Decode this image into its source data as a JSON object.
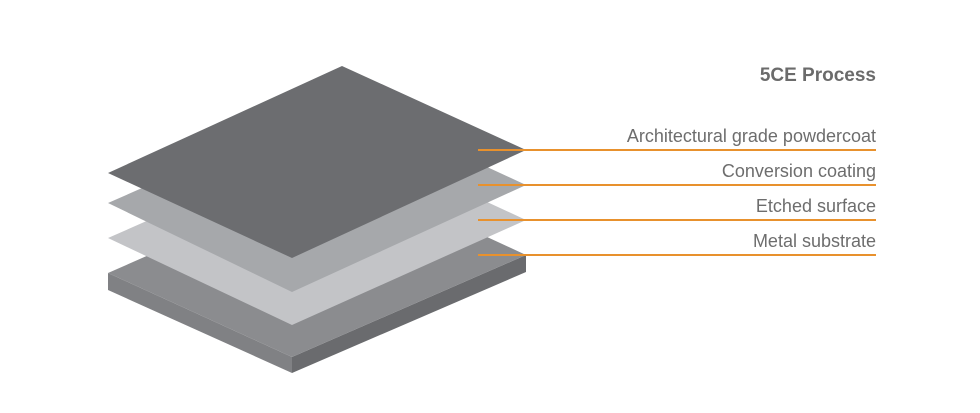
{
  "title": "5CE Process",
  "colors": {
    "accent": "#e8912d",
    "powdercoat": "#6c6d70",
    "conversion": "#a6a8ab",
    "etched": "#c3c4c7",
    "substrate_top": "#8b8c8f",
    "substrate_side_left": "#808184",
    "substrate_side_right": "#6a6b6e"
  },
  "layers": [
    {
      "label": "Architectural grade powdercoat"
    },
    {
      "label": "Conversion coating"
    },
    {
      "label": "Etched surface"
    },
    {
      "label": "Metal substrate"
    }
  ]
}
